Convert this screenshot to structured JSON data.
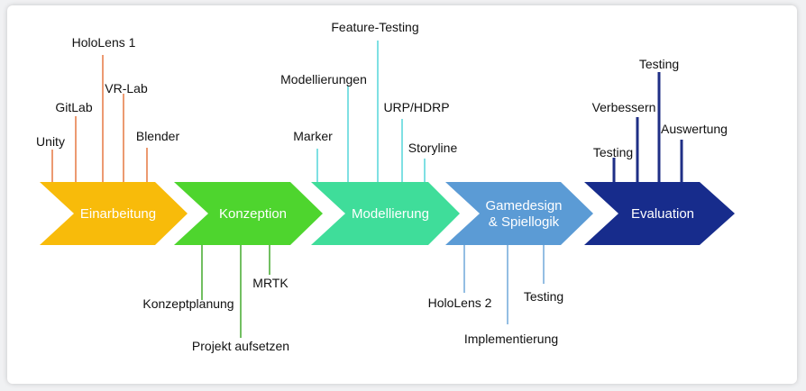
{
  "phases": [
    {
      "label": "Einarbeitung",
      "color": "#f8bb0a",
      "line_color": "#e8804e",
      "items_top": [
        "Unity",
        "GitLab",
        "HoloLens 1",
        "VR-Lab",
        "Blender"
      ],
      "items_bottom": []
    },
    {
      "label": "Konzeption",
      "color": "#4ed52e",
      "line_color": "#4eaf3a",
      "items_top": [],
      "items_bottom": [
        "Konzeptplanung",
        "Projekt aufsetzen",
        "MRTK"
      ]
    },
    {
      "label": "Modellierung",
      "color": "#3fdd9a",
      "line_color": "#5fd8dc",
      "items_top": [
        "Marker",
        "Modellierungen",
        "Feature-Testing",
        "URP/HDRP",
        "Storyline"
      ],
      "items_bottom": []
    },
    {
      "label": "Gamedesign\n& Spiellogik",
      "color": "#5b9bd5",
      "line_color": "#7aaedc",
      "items_top": [],
      "items_bottom": [
        "HoloLens 2",
        "Implementierung",
        "Testing"
      ]
    },
    {
      "label": "Evaluation",
      "color": "#172c8c",
      "line_color": "#1f2f86",
      "items_top": [
        "Testing",
        "Verbessern",
        "Testing",
        "Auswertung"
      ],
      "items_bottom": []
    }
  ]
}
